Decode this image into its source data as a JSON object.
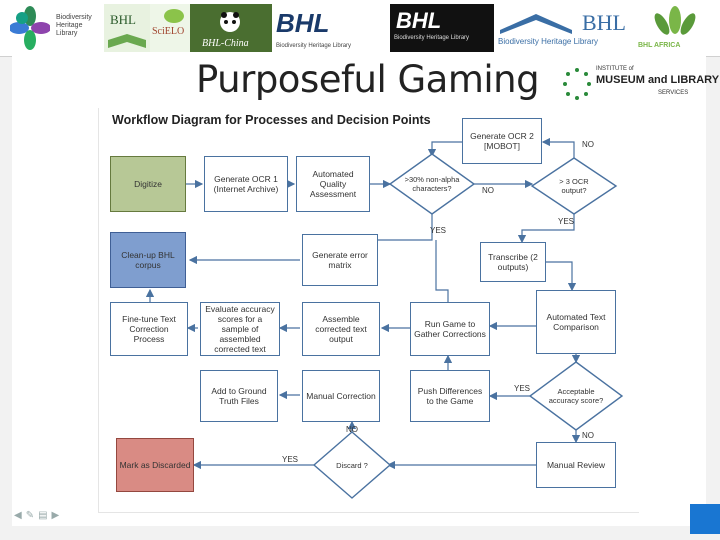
{
  "logos": {
    "biodiversity_heritage_library": "Biodiversity Heritage Library",
    "bhl": "BHL",
    "scielo": "SciELO",
    "bhl_china": "BHL-China",
    "bhl_egypt": "BHL",
    "bhl_egypt_sub": "Biodiversity Heritage Library",
    "bhl_europe": "BHL",
    "bhl_europe_sub": "Biodiversity Heritage Library",
    "bhl_main": "BHL",
    "bhl_main_sub": "Biodiversity Heritage Library",
    "bhl_africa": "BHL AFRICA",
    "imls_line1": "INSTITUTE of",
    "imls_line2": "MUSEUM and LIBRARY",
    "imls_line3": "SERVICES"
  },
  "slide": {
    "title": "Purposeful Gaming",
    "diagram_title": "Workflow Diagram for Processes and Decision Points"
  },
  "nodes": {
    "digitize": "Digitize",
    "ocr1": "Generate OCR 1 (Internet Archive)",
    "quality": "Automated Quality Assessment",
    "nonalpha": ">30% non-alpha characters?",
    "ocr2": "Generate OCR 2 [MOBOT]",
    "ocrout": "> 3 OCR output?",
    "transcribe": "Transcribe (2 outputs)",
    "matrix": "Generate error matrix",
    "cleanup": "Clean-up BHL corpus",
    "finetune": "Fine-tune Text Correction Process",
    "evaluate": "Evaluate accuracy scores for a sample of assembled corrected text",
    "assemble": "Assemble corrected text output",
    "rungame": "Run Game to Gather Corrections",
    "comparison": "Automated Text Comparison",
    "addtruth": "Add to Ground Truth Files",
    "manual": "Manual Correction",
    "push": "Push Differences to the Game",
    "acceptable": "Acceptable accuracy score?",
    "discarded": "Mark as Discarded",
    "discard": "Discard ?",
    "review": "Manual Review"
  },
  "labels": {
    "no_ocrout": "NO",
    "no_nonalpha": "NO",
    "yes_nonalpha": "YES",
    "yes_ocrout": "YES",
    "yes_acceptable": "YES",
    "no_acceptable": "NO",
    "no_discard": "NO",
    "yes_discard": "YES"
  }
}
